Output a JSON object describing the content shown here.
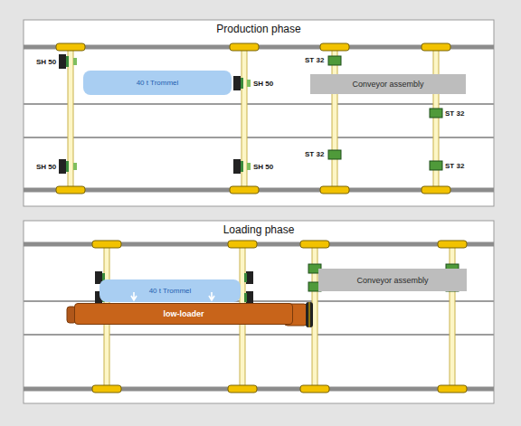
{
  "diagram": {
    "nodes": [
      {
        "text": [
          "Production phase"
        ]
      },
      {
        "text": [
          "40 t Trommel"
        ],
        "in": 0
      },
      {
        "text": [
          "Conveyor assembly"
        ],
        "in": 0
      },
      {
        "text": [
          "Loading phase"
        ]
      },
      {
        "text": [
          "40 t Trommel"
        ],
        "in": 3
      },
      {
        "text": [
          "low-loader"
        ],
        "in": 3
      },
      {
        "text": [
          "Conveyor assembly"
        ],
        "in": 3
      }
    ],
    "labels": [
      "SH 50",
      "SH 50",
      "ST 32",
      "ST 32",
      "SH 50",
      "SH 50",
      "ST 32",
      "ST 32"
    ]
  }
}
